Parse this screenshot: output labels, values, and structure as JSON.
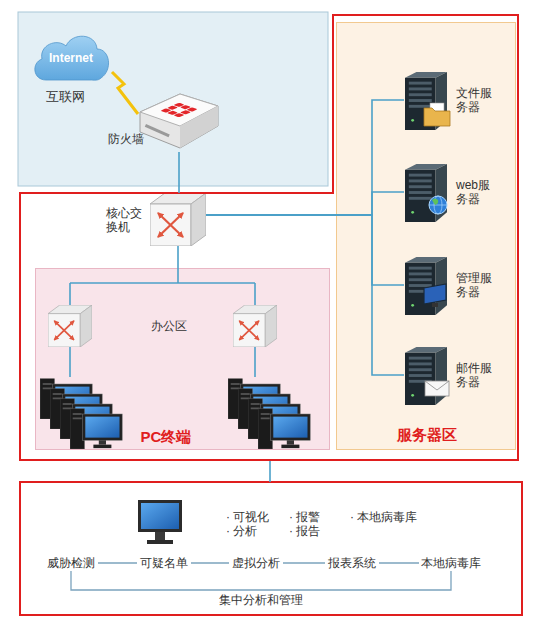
{
  "diagram": {
    "nodes": [
      {
        "text": [
          "Internet",
          "互联网"
        ]
      },
      {
        "text": [
          "防火墙"
        ]
      },
      {
        "text": [
          "服务器区"
        ]
      },
      {
        "text": [
          "文件服 务器"
        ],
        "in": 2
      },
      {
        "text": [
          "web服 务器"
        ],
        "in": 2
      },
      {
        "text": [
          "管理服 务器"
        ],
        "in": 2
      },
      {
        "text": [
          "邮件服 务器"
        ],
        "in": 2
      },
      {
        "text": [
          "核心交 换机"
        ]
      },
      {
        "text": [
          "办公区",
          "PC终端"
        ]
      },
      {
        "text": [
          "威胁检测"
        ]
      },
      {
        "text": [
          "可疑名单"
        ]
      },
      {
        "text": [
          "虚拟分析"
        ]
      },
      {
        "text": [
          "报表系统"
        ]
      },
      {
        "text": [
          "本地病毒库"
        ]
      }
    ],
    "edges": [
      {
        "from": 0,
        "to": 1,
        "arrow": "none"
      },
      {
        "from": 1,
        "to": 7,
        "arrow": "none"
      },
      {
        "from": 7,
        "to": 3,
        "arrow": "none"
      },
      {
        "from": 7,
        "to": 4,
        "arrow": "none"
      },
      {
        "from": 7,
        "to": 5,
        "arrow": "none"
      },
      {
        "from": 7,
        "to": 6,
        "arrow": "none"
      },
      {
        "from": 7,
        "to": 8,
        "arrow": "none"
      },
      {
        "from": 9,
        "to": 10,
        "arrow": "none"
      },
      {
        "from": 10,
        "to": 11,
        "arrow": "none"
      },
      {
        "from": 11,
        "to": 12,
        "arrow": "none"
      },
      {
        "from": 12,
        "to": 13,
        "arrow": "none"
      },
      {
        "from": 9,
        "to": 13,
        "label": "集中分析和管理",
        "arrow": "none"
      }
    ],
    "labels": [
      "· 可视化",
      "· 报警",
      "· 本地病毒库",
      "· 分析",
      "· 报告"
    ]
  }
}
